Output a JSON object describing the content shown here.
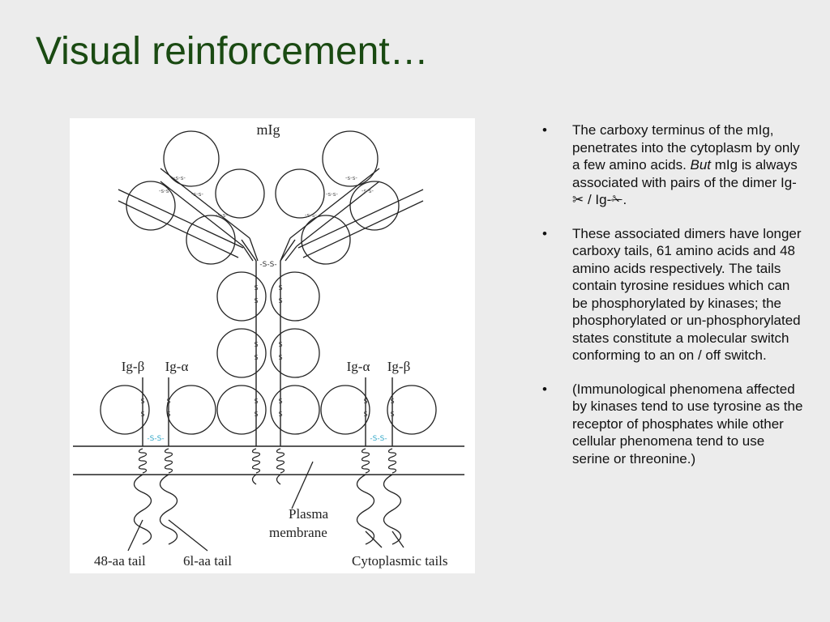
{
  "title": "Visual reinforcement…",
  "figure": {
    "top_label": "mIg",
    "chain_labels": [
      "Ig-β",
      "Ig-α",
      "Ig-α",
      "Ig-β"
    ],
    "disulfide_label": "-S-S-",
    "membrane_label_line1": "Plasma",
    "membrane_label_line2": "membrane",
    "tail_label_48": "48-aa tail",
    "tail_label_61": "6l-aa tail",
    "tail_label_cyto": "Cytoplasmic tails",
    "link_color": "#35a8c8"
  },
  "bullets": [
    {
      "bullet": "•",
      "p1": "The carboxy terminus of the mIg, penetrates into the cytoplasm by only a few amino acids.  ",
      "em": "But",
      "p2": " mIg is always associated with pairs of the dimer Ig-",
      "sym1": "✂",
      "p3": " / Ig-",
      "sym2": "✁",
      "p4": "."
    },
    {
      "bullet": "•",
      "text": "These associated dimers have longer carboxy tails, 61 amino acids and 48 amino acids respectively.  The tails contain tyrosine residues which can be phosphorylated by kinases; the phosphorylated or un-phosphorylated states constitute a molecular switch conforming to an on / off switch."
    },
    {
      "bullet": "•",
      "text": " (Immunological phenomena affected by kinases tend to use tyrosine as the receptor of phosphates while other cellular phenomena tend to use serine or threonine.)"
    }
  ]
}
